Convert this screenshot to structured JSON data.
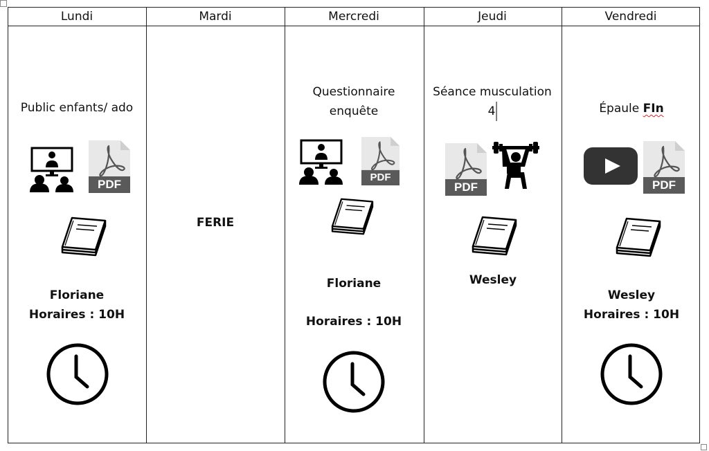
{
  "days": [
    "Lundi",
    "Mardi",
    "Mercredi",
    "Jeudi",
    "Vendredi"
  ],
  "lundi": {
    "topic": "Public enfants/ ado",
    "name": "Floriane",
    "hours": "Horaires : 10H"
  },
  "mardi": {
    "status": "FERIE"
  },
  "mercredi": {
    "topic_line1": "Questionnaire",
    "topic_line2": "enquête",
    "name": "Floriane",
    "hours": "Horaires : 10H"
  },
  "jeudi": {
    "topic_line1": "Séance musculation",
    "topic_line2": "4",
    "name": "Wesley"
  },
  "vendredi": {
    "topic_prefix": "Épaule ",
    "topic_bold": "FIn",
    "name": "Wesley",
    "hours": "Horaires : 10H"
  },
  "icons": {
    "pdf_label": "PDF"
  }
}
